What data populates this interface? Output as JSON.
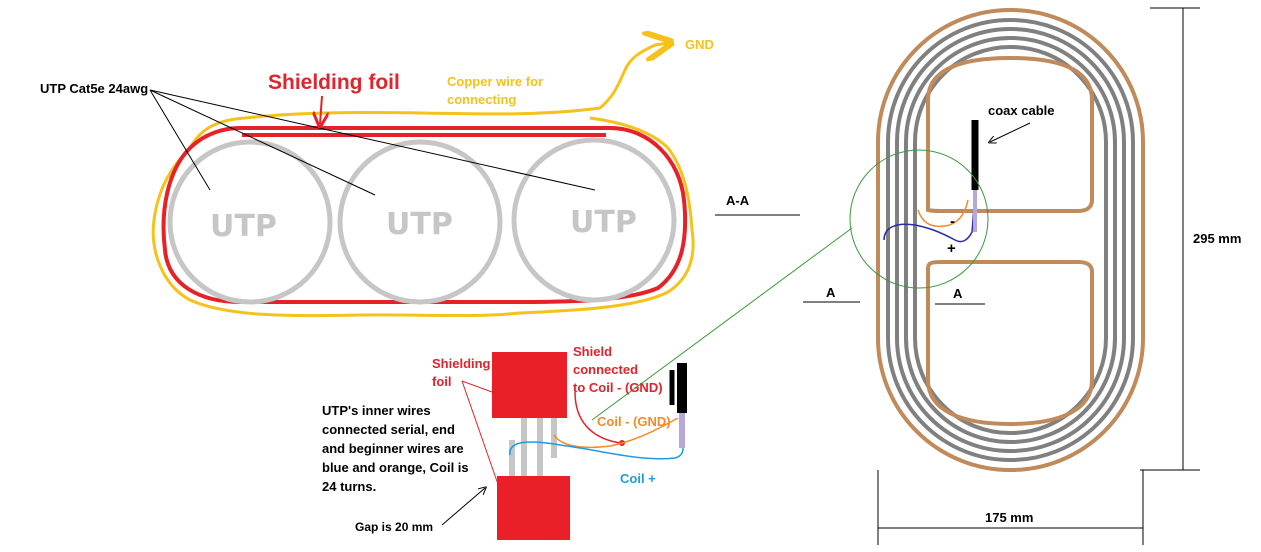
{
  "colors": {
    "shield_red": "#e52228",
    "copper_yellow": "#f5c21b",
    "utp_gray": "#c6c6c6",
    "coil_brown": "#c08a5a",
    "coil_gray": "#808080",
    "wire_blue": "#2a2fa8",
    "wire_orange": "#f08a2c",
    "coil_plus_blue": "#1e9be0",
    "coax_black": "#000000",
    "coax_tip": "#b8a8d8",
    "detail_circle_green": "#3a9a3a"
  },
  "cross_section": {
    "title": "Shielding foil",
    "utp_label": "UTP Cat5e 24awg",
    "copper_label_line1": "Copper wire for",
    "copper_label_line2": "connecting",
    "gnd_label": "GND",
    "utp_text": [
      "UTP",
      "UTP",
      "UTP"
    ],
    "section_label": "A-A"
  },
  "coil_view": {
    "coax_label": "coax cable",
    "minus_sign": "-",
    "plus_sign": "+",
    "section_left": "A",
    "section_right": "A",
    "height_label": "295 mm",
    "width_label": "175 mm"
  },
  "detail": {
    "shield_label_line1": "Shielding",
    "shield_label_line2": "foil",
    "shield_conn_line1": "Shield",
    "shield_conn_line2": "connected",
    "shield_conn_line3": "to Coil - (GND)",
    "coil_minus": "Coil - (GND)",
    "coil_plus": "Coil +",
    "desc_line1": "UTP's inner wires",
    "desc_line2": "connected serial, end",
    "desc_line3": "and beginner wires are",
    "desc_line4": "blue and orange, Coil is",
    "desc_line5": "24 turns.",
    "gap_label": "Gap is 20 mm"
  }
}
